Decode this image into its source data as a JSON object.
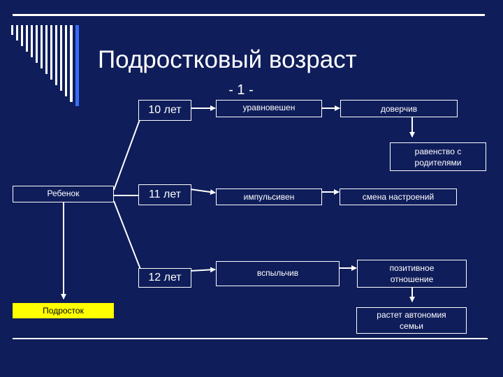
{
  "slide": {
    "title": "Подростковый возраст",
    "subtitle": "- 1 -"
  },
  "nodes": {
    "child": "Ребенок",
    "teen": "Подросток",
    "age10": "10 лет",
    "age11": "11 лет",
    "age12": "12 лет",
    "balanced": "уравновешен",
    "trusting": "доверчив",
    "equality": "равенство с родителями",
    "impulsive": "импульсивен",
    "mood": "смена настроений",
    "hot": "вспыльчив",
    "positive": "позитивное отношение",
    "autonomy": "растет автономия семьи"
  },
  "colors": {
    "background": "#0f1d5a",
    "highlight": "#ffff00",
    "accent": "#3a6cf4"
  }
}
